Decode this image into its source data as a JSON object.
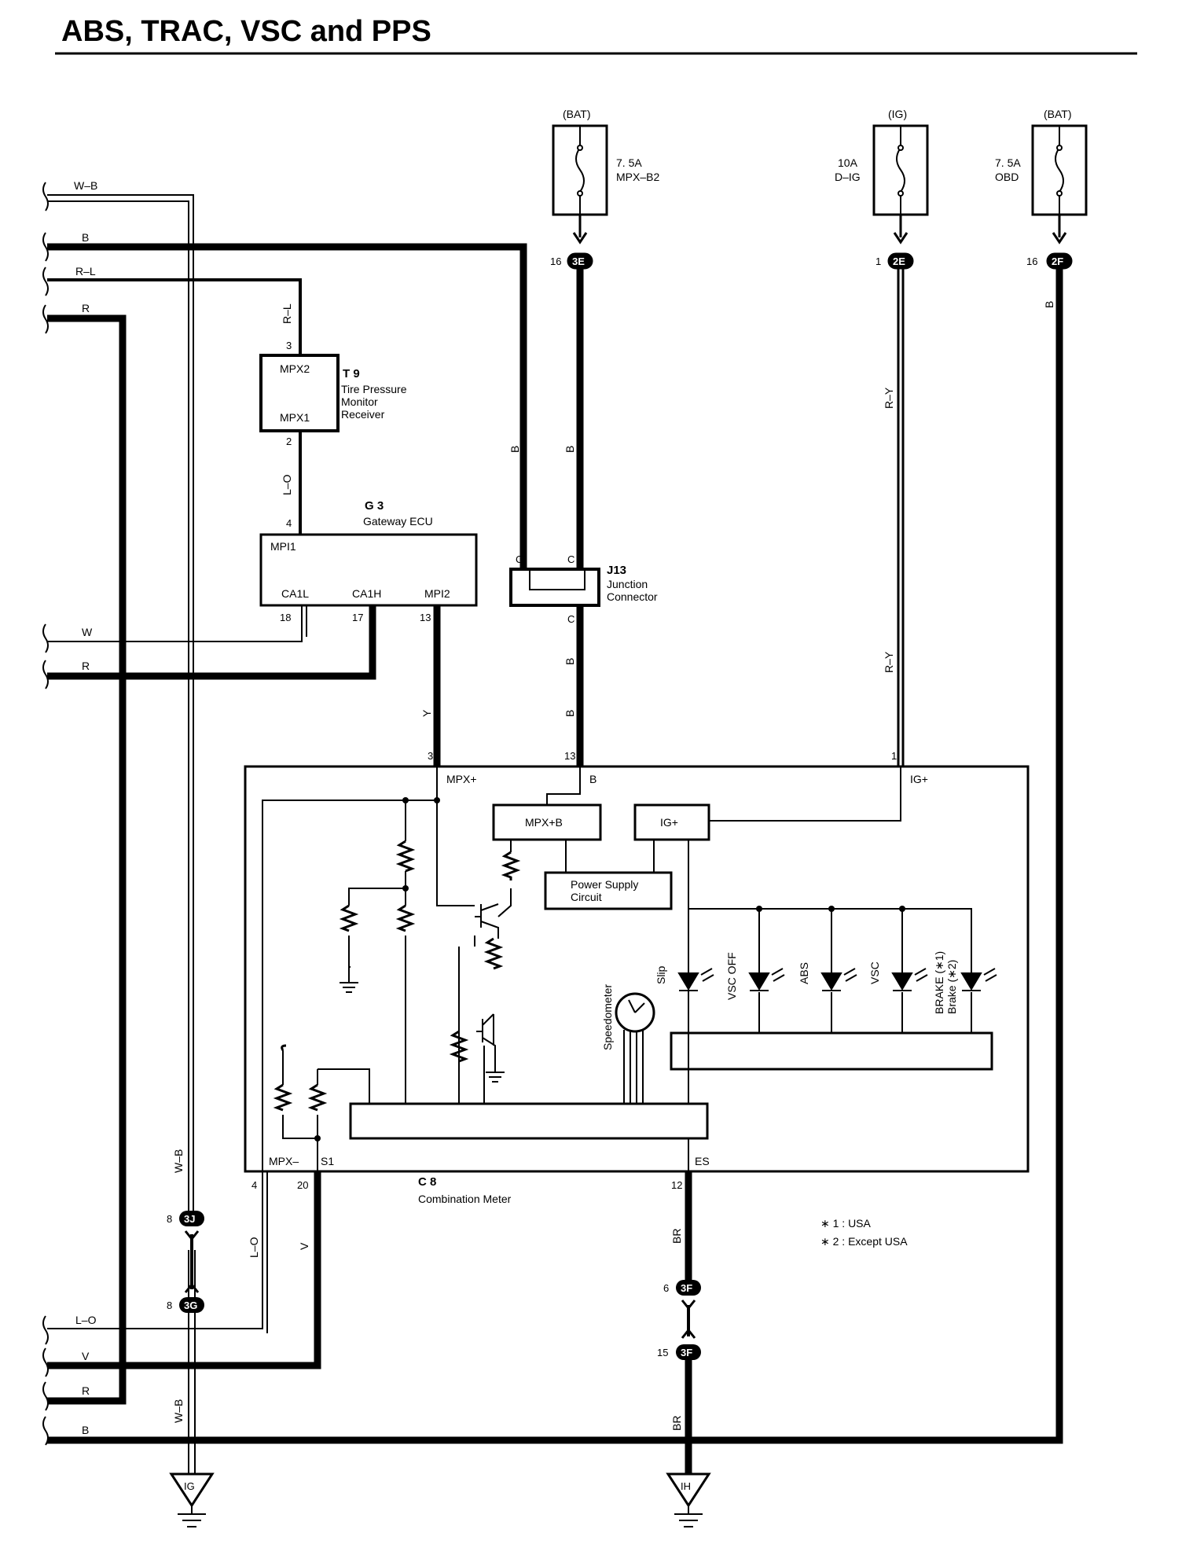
{
  "title": "ABS, TRAC, VSC and PPS",
  "fuses": [
    {
      "source": "(BAT)",
      "rating": "7. 5A",
      "name": "MPX–B2",
      "connector": "3E",
      "pin": "16"
    },
    {
      "source": "(IG)",
      "rating": "10A",
      "name": "D–IG",
      "connector": "2E",
      "pin": "1"
    },
    {
      "source": "(BAT)",
      "rating": "7. 5A",
      "name": "OBD",
      "connector": "2F",
      "pin": "16"
    }
  ],
  "left_wires_top": [
    "W–B",
    "B",
    "R–L",
    "R"
  ],
  "left_wires_mid": [
    "W",
    "R"
  ],
  "left_wires_bottom": [
    "L–O",
    "V",
    "R",
    "B"
  ],
  "wire_colors": {
    "rl": "R–L",
    "lo": "L–O",
    "y": "Y",
    "b": "B",
    "ry": "R–Y",
    "wb": "W–B",
    "v": "V",
    "br": "BR"
  },
  "t9": {
    "id": "T 9",
    "name_lines": [
      "Tire Pressure",
      "Monitor",
      "Receiver"
    ],
    "pin_top": "MPX2",
    "pin_bottom": "MPX1",
    "pin_no_top": "3",
    "pin_no_bottom": "2"
  },
  "g3": {
    "id": "G 3",
    "name": "Gateway ECU",
    "pin_mpi1": "MPI1",
    "pin_ca1l": "CA1L",
    "pin_ca1h": "CA1H",
    "pin_mpi2": "MPI2",
    "no_mpi1": "4",
    "no_ca1l": "18",
    "no_ca1h": "17",
    "no_mpi2": "13"
  },
  "j13": {
    "id": "J13",
    "name_lines": [
      "Junction",
      "Connector"
    ],
    "pin": "C"
  },
  "c8": {
    "id": "C 8",
    "name": "Combination Meter",
    "pins": {
      "mpxp": "MPX+",
      "b": "B",
      "igp": "IG+",
      "mpxm": "MPX–",
      "s1": "S1",
      "es": "ES"
    },
    "pin_nos": {
      "mpxp": "3",
      "b": "13",
      "igp": "1",
      "mpxm": "4",
      "s1": "20",
      "es": "12"
    },
    "blocks": {
      "mpxb": "MPX+B",
      "ig": "IG+",
      "power_lines": [
        "Power Supply",
        "Circuit"
      ]
    },
    "speedometer": "Speedometer",
    "indicators": [
      "Slip",
      "VSC OFF",
      "ABS",
      "VSC",
      "BRAKE (∗1)",
      "Brake (∗2)"
    ]
  },
  "junctions": [
    {
      "pin": "8",
      "connector": "3J"
    },
    {
      "pin": "8",
      "connector": "3G"
    },
    {
      "pin": "6",
      "connector": "3F"
    },
    {
      "pin": "15",
      "connector": "3F"
    }
  ],
  "notes": [
    "∗ 1 : USA",
    "∗ 2 : Except USA"
  ],
  "grounds": [
    "IG",
    "IH"
  ]
}
